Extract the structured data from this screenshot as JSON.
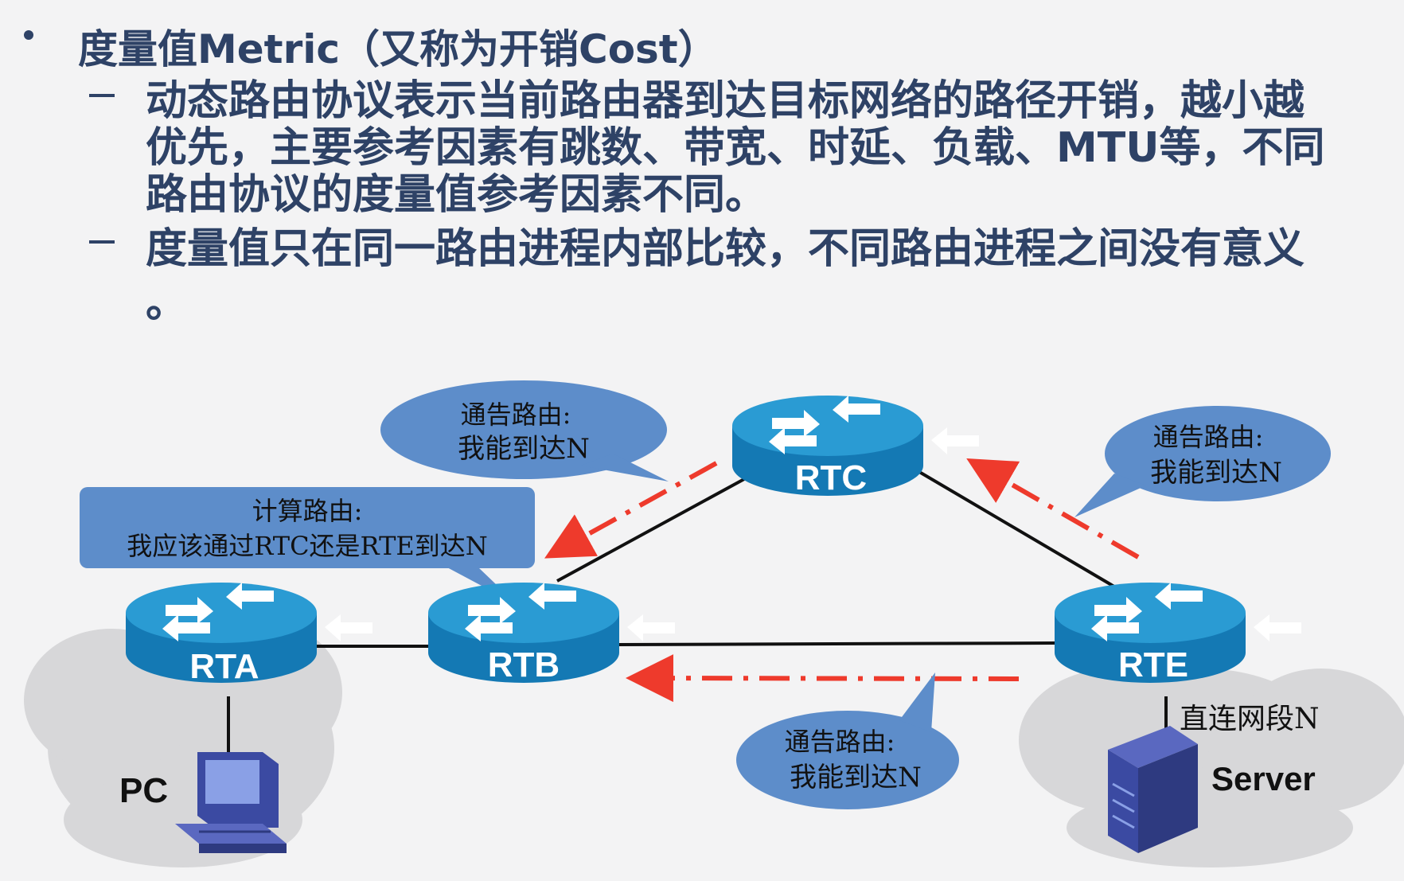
{
  "bullet": {
    "title": "度量值Metric（又称为开销Cost）",
    "sub1_line1": "动态路由协议表示当前路由器到达目标网络的路径开销，越小越",
    "sub1_line2": "优先，主要参考因素有跳数、带宽、时延、负载、MTU等，不同",
    "sub1_line3": "路由协议的度量值参考因素不同。",
    "sub2_line1": "度量值只在同一路由进程内部比较，不同路由进程之间没有意义",
    "sub2_line2": "。"
  },
  "diagram": {
    "routers": {
      "rta": "RTA",
      "rtb": "RTB",
      "rtc": "RTC",
      "rte": "RTE"
    },
    "pc_label": "PC",
    "server_label": "Server",
    "direct_segment": "直连网段N",
    "callout_rtc_1": "通告路由:",
    "callout_rtc_2": "我能到达N",
    "callout_rte_1": "通告路由:",
    "callout_rte_2": "我能到达N",
    "callout_bottom_1": "通告路由:",
    "callout_bottom_2": "我能到达N",
    "compute_1": "计算路由:",
    "compute_2": "我应该通过RTC还是RTE到达N"
  },
  "colors": {
    "text": "#2e4266",
    "router_top": "#2a9bd3",
    "router_side": "#1479b4",
    "callout": "#5d8dca",
    "arrow": "#ee3a2c",
    "cloud": "#d7d7d9"
  }
}
